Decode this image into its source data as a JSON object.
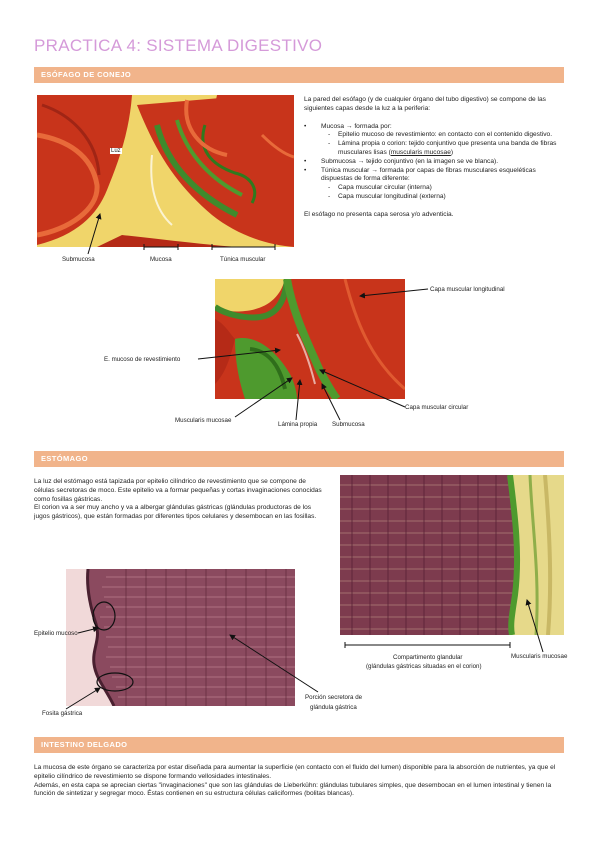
{
  "title": "PRACTICA 4: SISTEMA DIGESTIVO",
  "sections": {
    "esofago": {
      "header": "ESÓFAGO DE CONEJO",
      "intro": "La pared del esófago (y de cualquier órgano del tubo digestivo) se compone de las siguientes capas desde la luz a la periferia:",
      "mucosa_label": "Mucosa → formada por:",
      "epitelio": "Epitelio mucoso de revestimiento: en contacto con el contenido digestivo.",
      "lamina_pre": "Lámina propia o corion: tejido conjuntivo que presenta una banda de fibras musculares lisas (",
      "lamina_ul": "muscularis mucosae",
      "lamina_post": ")",
      "submucosa_item": "Submucosa → tejido conjuntivo (en la imagen se ve blanca).",
      "tunica_item": "Túnica muscular → formada por capas de fibras musculares esqueléticas dispuestas de forma diferente:",
      "capa_circ_item": "Capa muscular circular (interna)",
      "capa_long_item": "Capa muscular longitudinal (externa)",
      "closing": "El esófago no presenta capa serosa y/o adventicia.",
      "img1_labels": {
        "luz": "Luz",
        "submucosa": "Submucosa",
        "mucosa": "Mucosa",
        "tunica": "Túnica muscular"
      },
      "img2_labels": {
        "capa_long": "Capa muscular longitudinal",
        "epitelio": "E. mucoso de revestimiento",
        "capa_circ": "Capa muscular circular",
        "muscularis": "Muscularis mucosae",
        "lamina": "Lámina propia",
        "submucosa": "Submucosa"
      }
    },
    "estomago": {
      "header": "ESTÓMAGO",
      "p1": "La luz del estómago está tapizada por epitelio cilíndrico de revestimiento que se compone de células secretoras de moco. Este epitelio va a formar pequeñas y cortas invaginaciones conocidas como fosillas gástricas.",
      "p2": "El corion va a ser muy ancho y va a albergar glándulas gástricas (glándulas productoras de los jugos gástricos), que están formadas por diferentes tipos celulares y desembocan en las fosillas.",
      "img_labels": {
        "epitelio": "Epitelio mucoso",
        "fosita": "Fosita gástrica",
        "porcion_1": "Porción secretora de",
        "porcion_2": "glándula gástrica",
        "compart_1": "Compartimento glandular",
        "compart_2": "(glándulas gástricas situadas en el corion)",
        "muscularis": "Muscularis mucosae"
      }
    },
    "intestino": {
      "header": "INTESTINO DELGADO",
      "p1": "La mucosa de este órgano se caracteriza por estar diseñada para aumentar la superficie (en contacto con el fluido del lumen) disponible para la absorción de nutrientes, ya que el epitelio cilíndrico de revestimiento se dispone formando vellosidades intestinales.",
      "p2": "Además, en esta capa se aprecian ciertas \"invaginaciones\" que son las glándulas de Lieberkühn: glándulas tubulares simples, que desembocan en el lumen intestinal y tienen la función de sintetizar y segregar moco. Éstas contienen en su estructura células caliciformes (bolitas blancas)."
    }
  },
  "colors": {
    "title": "#d59ad9",
    "section_bar": "#f1b48b",
    "tissue_red": "#c8341b",
    "tissue_yellow": "#f0d56a",
    "stain_green": "#4e9a2e",
    "stain_purple": "#7d3b4e"
  }
}
